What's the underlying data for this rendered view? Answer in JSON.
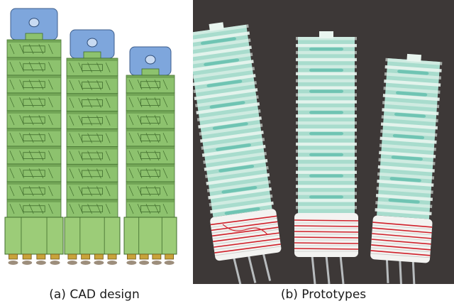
{
  "figure": {
    "panels": [
      {
        "id": "a",
        "caption": "(a) CAD design",
        "content": "CAD renders of three modular soft actuators of decreasing length",
        "palette": {
          "cap": "#7ea6dc",
          "module": "#8dc26e",
          "module_dark": "#5e8f45",
          "base": "#9ccc78",
          "screw": "#c9a23a"
        }
      },
      {
        "id": "b",
        "caption": "(b) Prototypes",
        "content": "Photograph of three printed prototypes with red thread-wrapped white bases",
        "palette": {
          "background": "#3d3837",
          "body": "#a8dccd",
          "fringe": "#e9f5ef",
          "base": "#f3f3f1",
          "thread": "#d0202a"
        }
      }
    ]
  }
}
